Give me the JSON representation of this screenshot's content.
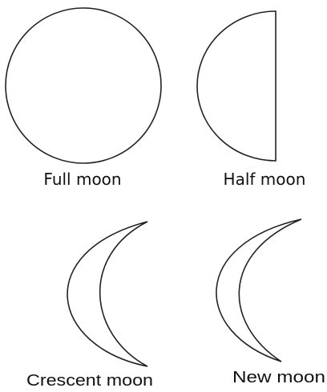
{
  "moons": [
    {
      "id": "full",
      "label": "Full moon"
    },
    {
      "id": "half",
      "label": "Half moon"
    },
    {
      "id": "crescent",
      "label": "Crescent moon"
    },
    {
      "id": "new",
      "label": "New moon"
    }
  ],
  "colors": {
    "outline": "#222222",
    "fill": "#ffffff",
    "text": "#111111"
  }
}
